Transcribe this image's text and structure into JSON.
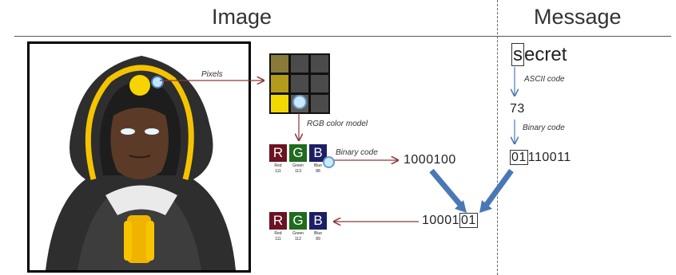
{
  "headers": {
    "image": "Image",
    "message": "Message"
  },
  "message": {
    "secret_first": "s",
    "secret_rest": "ecret",
    "ascii_label": "ASCII code",
    "ascii_value": "73",
    "binary_label": "Binary code",
    "binary_boxed": "01",
    "binary_rest": "110011"
  },
  "image_side": {
    "pixels_label": "Pixels",
    "rgb_model_label": "RGB color model",
    "binary_label": "Binary code",
    "binary_value": "1000100",
    "result_prefix": "10001",
    "result_boxed": "01"
  },
  "rgb_top": {
    "R": "R",
    "G": "G",
    "B": "B",
    "r_name": "Red",
    "g_name": "Green",
    "b_name": "Blue",
    "r_val": "111",
    "g_val": "113",
    "b_val": "88"
  },
  "rgb_bottom": {
    "R": "R",
    "G": "G",
    "B": "B",
    "r_name": "Red",
    "g_name": "Green",
    "b_name": "Blue",
    "r_val": "111",
    "g_val": "112",
    "b_val": "89"
  },
  "colors": {
    "red": "#6b1322",
    "green": "#1f6b1f",
    "blue": "#1c1f63",
    "arrow": "#8a3a3a",
    "blue_arrow": "#4a78b5"
  }
}
